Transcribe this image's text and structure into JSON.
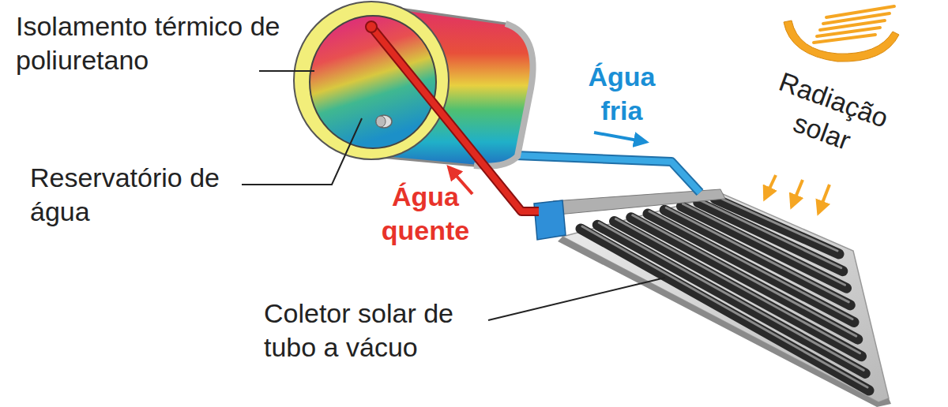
{
  "diagram": {
    "labels": [
      "Isolamento térmico de poliuretano",
      "Reservatório de água",
      "Água fria",
      "Água quente",
      "Radiação solar",
      "Coletor solar de tubo a vácuo"
    ]
  }
}
